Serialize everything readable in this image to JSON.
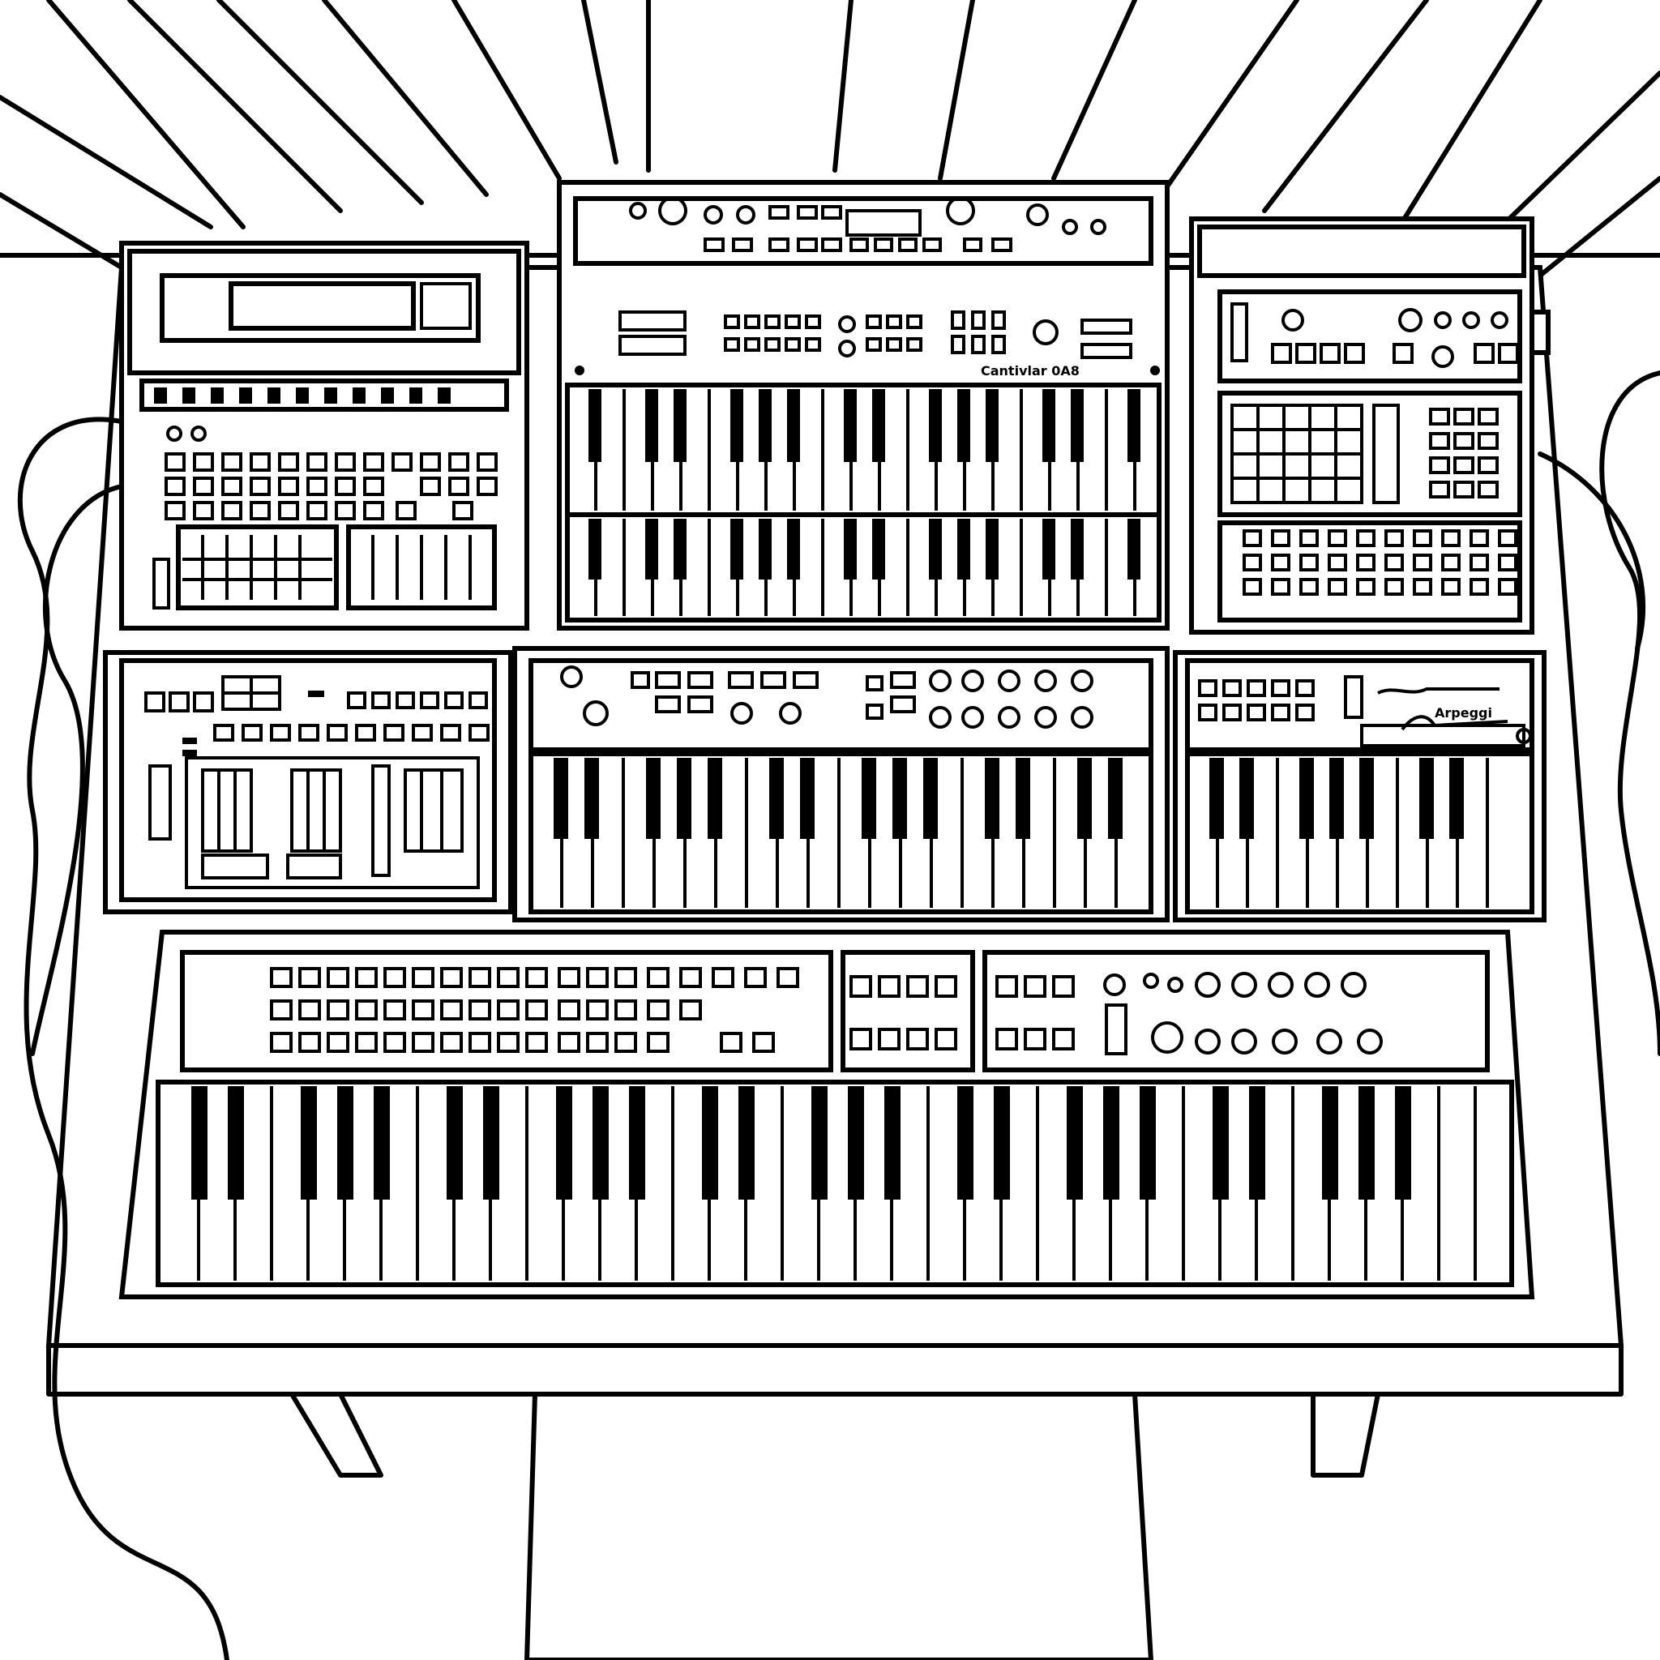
{
  "scene": {
    "title": "Synthesizer keyboard rig line drawing",
    "colors": {
      "ink": "#000000",
      "paper": "#ffffff"
    }
  },
  "devices": [
    {
      "id": "top-left-module",
      "label": ""
    },
    {
      "id": "top-center-keyboard",
      "label": "Cantivlar 0A8"
    },
    {
      "id": "top-right-sampler",
      "label": ""
    },
    {
      "id": "mid-left-module",
      "label": ""
    },
    {
      "id": "mid-center-keyboard",
      "label": ""
    },
    {
      "id": "mid-right-keyboard",
      "label": "Arpeggi"
    },
    {
      "id": "bottom-main-keyboard",
      "label": ""
    }
  ]
}
